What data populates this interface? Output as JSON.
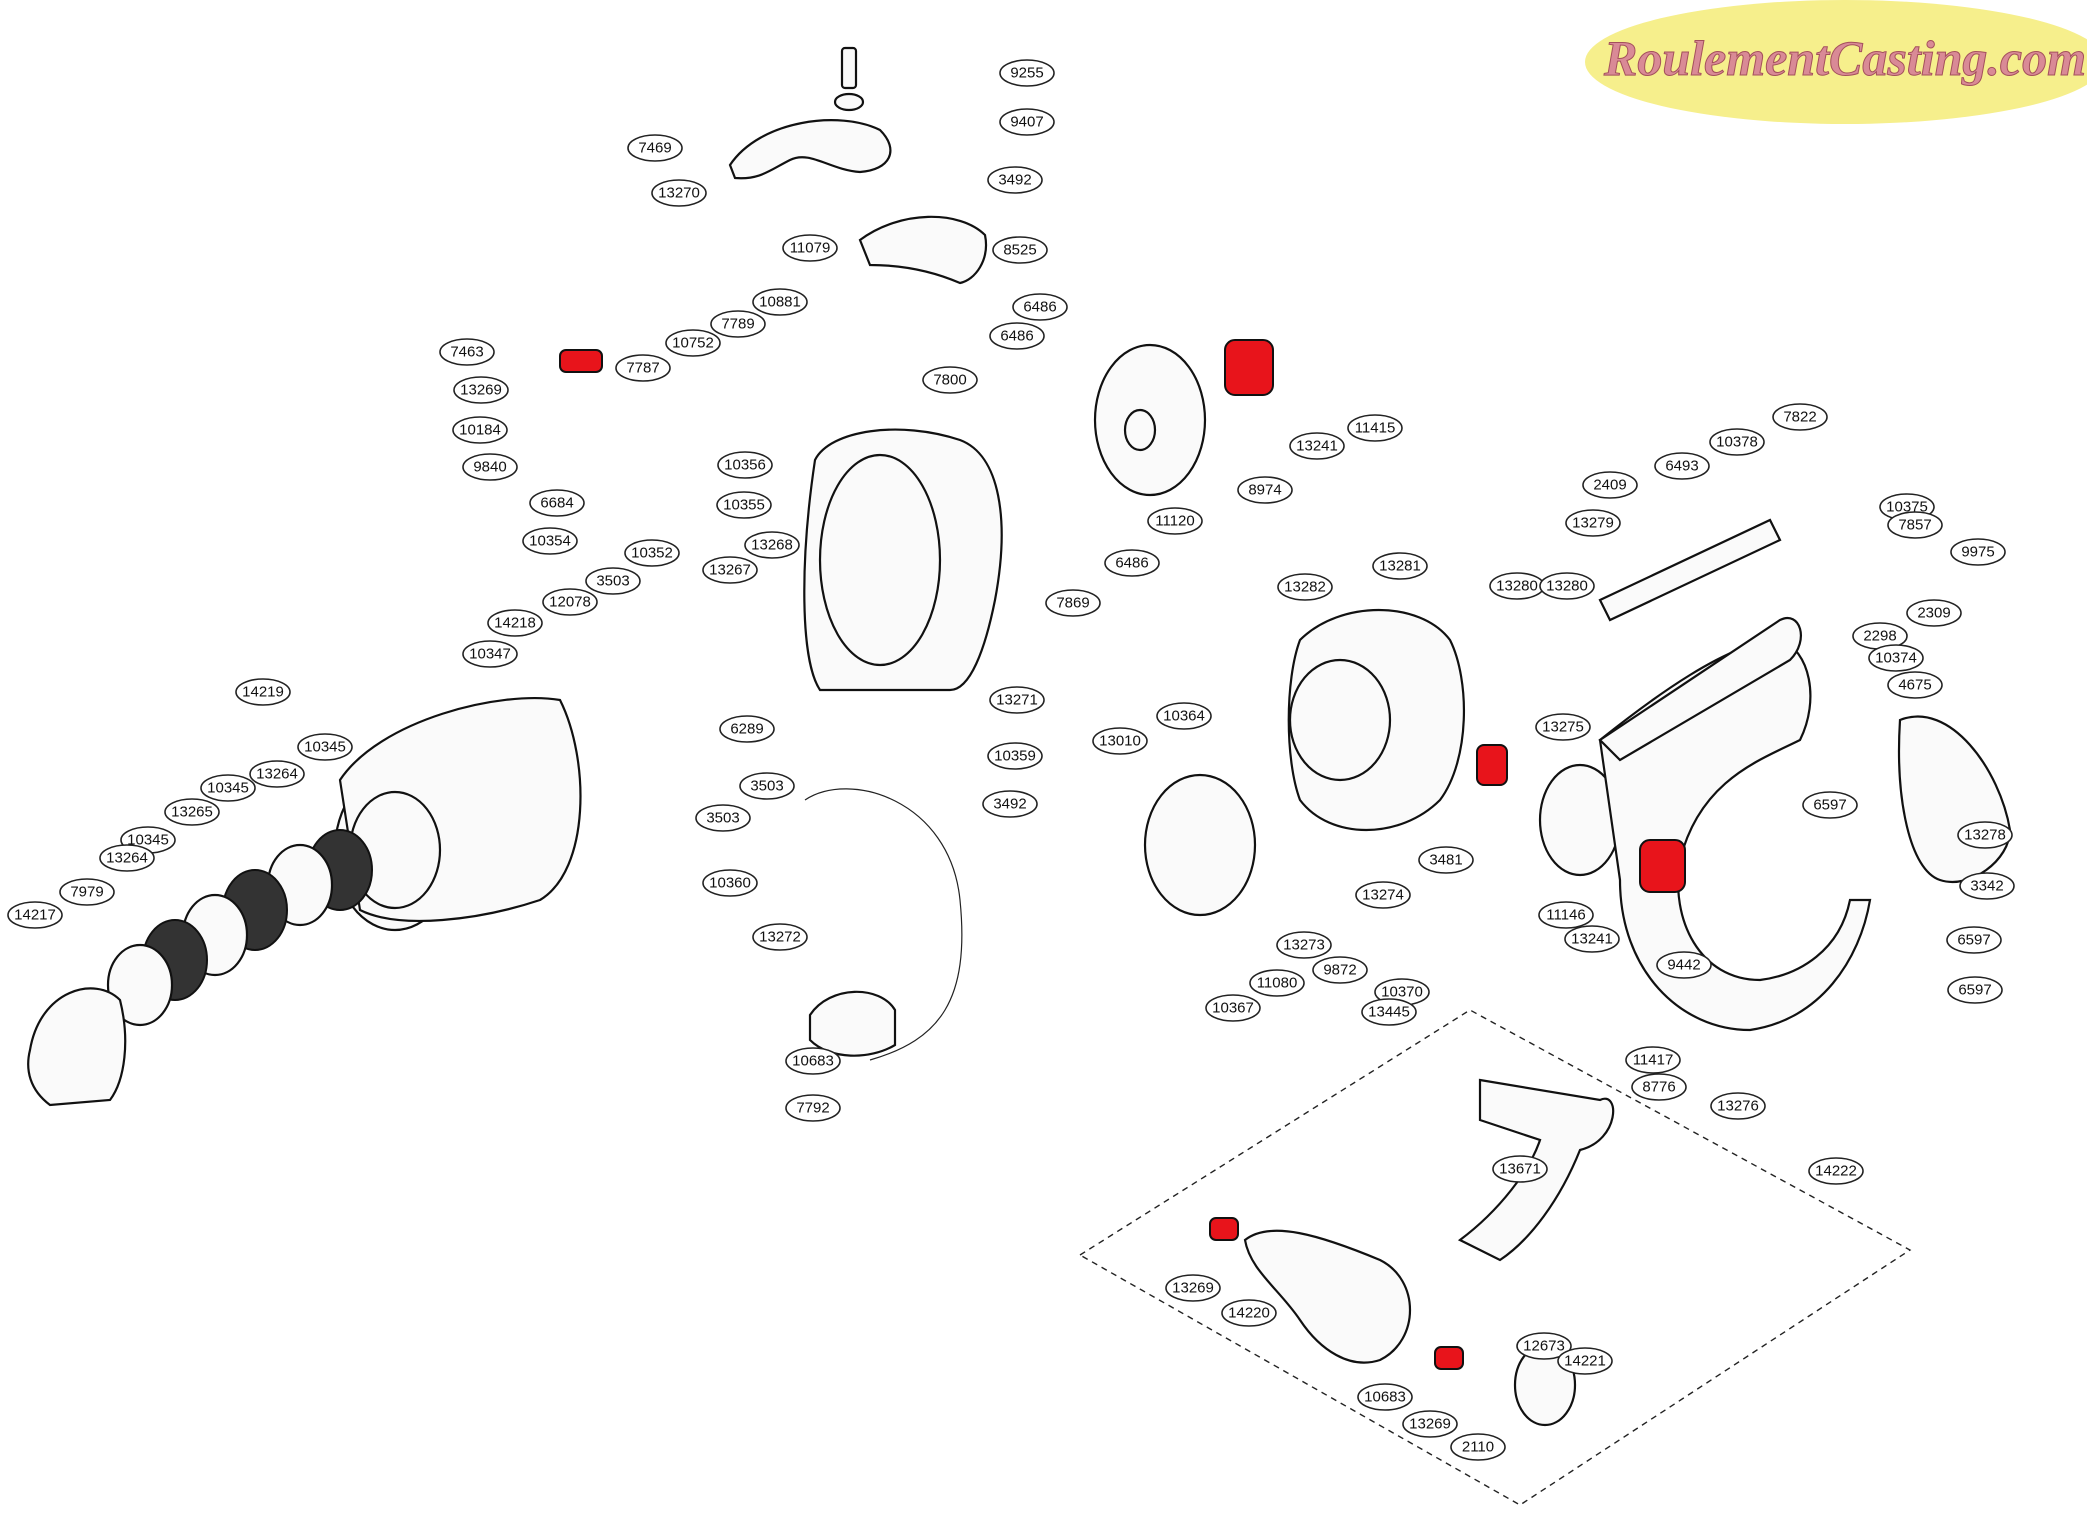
{
  "logo": {
    "text": "RoulementCasting.com"
  },
  "colors": {
    "bearing": "#e8141b",
    "logo_bg": "#f6ef8c",
    "logo_text": "#d98a96"
  },
  "part_labels": [
    {
      "id": "9255"
    },
    {
      "id": "9407"
    },
    {
      "id": "7469"
    },
    {
      "id": "3492"
    },
    {
      "id": "13270"
    },
    {
      "id": "8525"
    },
    {
      "id": "11079"
    },
    {
      "id": "10881"
    },
    {
      "id": "6486"
    },
    {
      "id": "6486"
    },
    {
      "id": "7463"
    },
    {
      "id": "10752"
    },
    {
      "id": "7789"
    },
    {
      "id": "13269"
    },
    {
      "id": "7787"
    },
    {
      "id": "7800"
    },
    {
      "id": "11415"
    },
    {
      "id": "10184"
    },
    {
      "id": "13241"
    },
    {
      "id": "9840"
    },
    {
      "id": "10356"
    },
    {
      "id": "8974"
    },
    {
      "id": "11120"
    },
    {
      "id": "6684"
    },
    {
      "id": "10355"
    },
    {
      "id": "7822"
    },
    {
      "id": "10378"
    },
    {
      "id": "10354"
    },
    {
      "id": "6493"
    },
    {
      "id": "2409"
    },
    {
      "id": "10352"
    },
    {
      "id": "3503"
    },
    {
      "id": "13268"
    },
    {
      "id": "13267"
    },
    {
      "id": "6486"
    },
    {
      "id": "13279"
    },
    {
      "id": "10375"
    },
    {
      "id": "7857"
    },
    {
      "id": "9975"
    },
    {
      "id": "13281"
    },
    {
      "id": "13280"
    },
    {
      "id": "13280"
    },
    {
      "id": "13282"
    },
    {
      "id": "12078"
    },
    {
      "id": "14218"
    },
    {
      "id": "10347"
    },
    {
      "id": "7869"
    },
    {
      "id": "2309"
    },
    {
      "id": "2298"
    },
    {
      "id": "10374"
    },
    {
      "id": "4675"
    },
    {
      "id": "14219"
    },
    {
      "id": "6289"
    },
    {
      "id": "13271"
    },
    {
      "id": "10364"
    },
    {
      "id": "13275"
    },
    {
      "id": "10345"
    },
    {
      "id": "10359"
    },
    {
      "id": "13010"
    },
    {
      "id": "3503"
    },
    {
      "id": "13264"
    },
    {
      "id": "3492"
    },
    {
      "id": "3503"
    },
    {
      "id": "10345"
    },
    {
      "id": "6597"
    },
    {
      "id": "13278"
    },
    {
      "id": "13265"
    },
    {
      "id": "10345"
    },
    {
      "id": "10360"
    },
    {
      "id": "3481"
    },
    {
      "id": "13274"
    },
    {
      "id": "13264"
    },
    {
      "id": "3342"
    },
    {
      "id": "7979"
    },
    {
      "id": "11146"
    },
    {
      "id": "14217"
    },
    {
      "id": "13272"
    },
    {
      "id": "13273"
    },
    {
      "id": "13241"
    },
    {
      "id": "6597"
    },
    {
      "id": "9872"
    },
    {
      "id": "9442"
    },
    {
      "id": "11080"
    },
    {
      "id": "10370"
    },
    {
      "id": "10367"
    },
    {
      "id": "13445"
    },
    {
      "id": "6597"
    },
    {
      "id": "11417"
    },
    {
      "id": "8776"
    },
    {
      "id": "10683"
    },
    {
      "id": "13276"
    },
    {
      "id": "7792"
    },
    {
      "id": "13671"
    },
    {
      "id": "14222"
    },
    {
      "id": "13269"
    },
    {
      "id": "14220"
    },
    {
      "id": "12673"
    },
    {
      "id": "14221"
    },
    {
      "id": "10683"
    },
    {
      "id": "13269"
    },
    {
      "id": "2110"
    }
  ]
}
